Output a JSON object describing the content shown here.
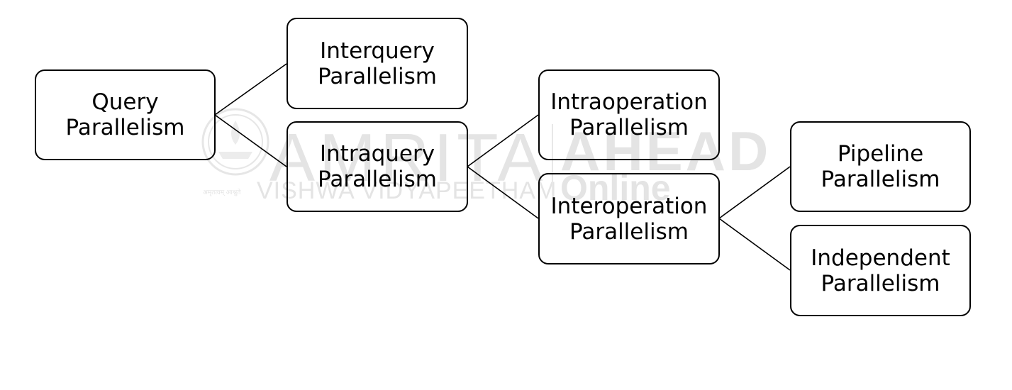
{
  "diagram": {
    "nodes": [
      {
        "id": "query",
        "label": "Query\nParallelism"
      },
      {
        "id": "interquery",
        "label": "Interquery\nParallelism"
      },
      {
        "id": "intraquery",
        "label": "Intraquery\nParallelism"
      },
      {
        "id": "intraoperation",
        "label": "Intraoperation\nParallelism"
      },
      {
        "id": "interoperation",
        "label": "Interoperation\nParallelism"
      },
      {
        "id": "pipeline",
        "label": "Pipeline\nParallelism"
      },
      {
        "id": "independent",
        "label": "Independent\nParallelism"
      }
    ],
    "edges": [
      {
        "from": "query",
        "to": "interquery"
      },
      {
        "from": "query",
        "to": "intraquery"
      },
      {
        "from": "intraquery",
        "to": "intraoperation"
      },
      {
        "from": "intraquery",
        "to": "interoperation"
      },
      {
        "from": "interoperation",
        "to": "pipeline"
      },
      {
        "from": "interoperation",
        "to": "independent"
      }
    ],
    "colors": {
      "stroke": "#000000",
      "text": "#000000",
      "background": "#ffffff",
      "watermark": "#e4e4e4"
    }
  },
  "watermark": {
    "brand": "AMRITA",
    "subtitle": "VISHWA VIDYAPEETHAM",
    "tagline": "अमृतत्वम् आश्नुते",
    "partner": "AHEAD",
    "partner_sub": "Online"
  }
}
